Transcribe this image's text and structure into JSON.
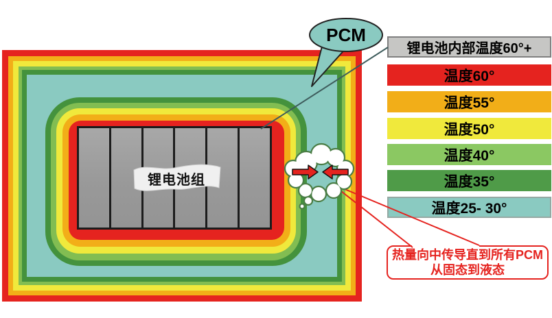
{
  "diagram": {
    "pcm_label": "PCM",
    "battery_label": "锂电池组",
    "battery_cell_count": 6
  },
  "legend": {
    "items": [
      {
        "label": "锂电池内部温度60°+",
        "color": "#c6c6c4",
        "border": "#7f7f7f"
      },
      {
        "label": "温度60°",
        "color": "#e5231f"
      },
      {
        "label": "温度55°",
        "color": "#f2ae18"
      },
      {
        "label": "温度50°",
        "color": "#f0e93c"
      },
      {
        "label": "温度40°",
        "color": "#8bc862"
      },
      {
        "label": "温度35°",
        "color": "#4f9b48"
      },
      {
        "label": "温度25- 30°",
        "color": "#8acac1",
        "border": "#95a8a2"
      }
    ]
  },
  "callout": {
    "line1": "热量向中传导直到所有PCM",
    "line2": "从固态到液态",
    "text_color": "#e5231f"
  },
  "colors": {
    "ring_red": "#e5231f",
    "ring_orange": "#f2ae18",
    "ring_yellow": "#f0e93c",
    "ring_light_green": "#82bd52",
    "ring_dark_green": "#44923d",
    "pcm_teal": "#8acac1",
    "battery_gray": "#9b9b9b",
    "arrow_red": "#e5231f",
    "cloud_outline_green": "#4a7d45"
  }
}
